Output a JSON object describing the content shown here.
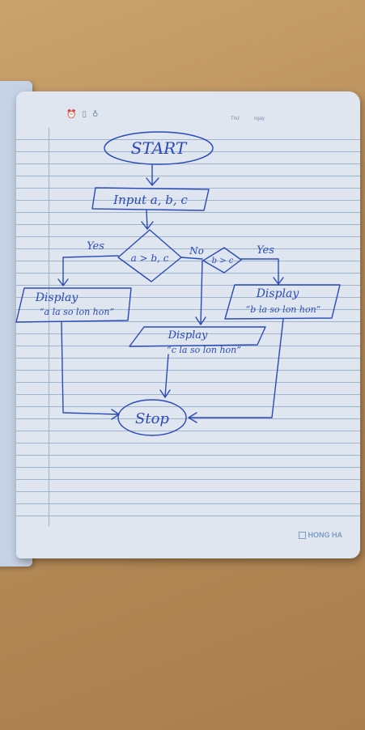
{
  "page_header": {
    "day_label": "Thứ",
    "date_label": "ngày",
    "icons": [
      "alarm-clock-icon",
      "book-icon",
      "lightbulb-icon"
    ]
  },
  "brand": {
    "name": "HONG HA"
  },
  "flowchart": {
    "start": "START",
    "input": "Input a, b, c",
    "decision1": "a > b, c",
    "decision2": "b > c",
    "yes1": "Yes",
    "no1": "No",
    "yes2": "Yes",
    "display_a_title": "Display",
    "display_a_text": "“a la so lon hon”",
    "display_b_title": "Display",
    "display_b_text": "“b la so lon hon”",
    "display_c_title": "Display",
    "display_c_text": "“c la so lon hon”",
    "stop": "Stop"
  },
  "colors": {
    "ink": "#2a49b8",
    "paper": "#dfe6f0",
    "rule": "#9fb4cc",
    "desk": "#b98f5a"
  }
}
